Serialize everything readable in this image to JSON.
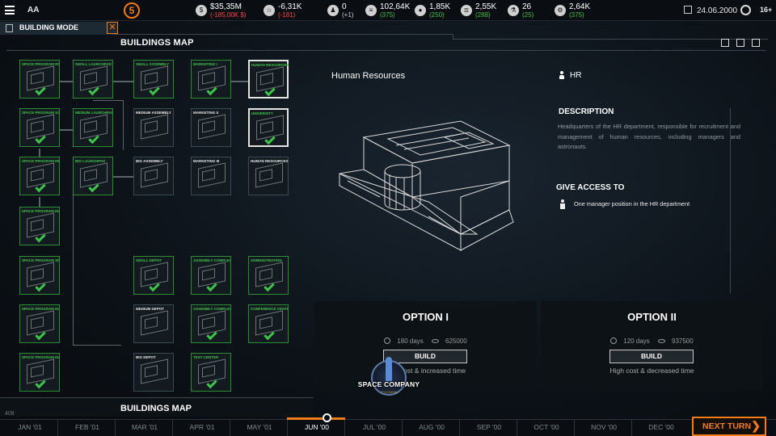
{
  "topbar": {
    "company_initials": "AA",
    "turn_badge": "5",
    "money": {
      "value": "$35,35M",
      "delta": "(-185,00K $)"
    },
    "reputation": {
      "value": "-6,31K",
      "delta": "(-181)"
    },
    "staff": {
      "value": "0",
      "delta": "(+1)"
    },
    "messages": {
      "value": "102,64K",
      "delta": "(375)"
    },
    "people": {
      "value": "1,85K",
      "delta": "(250)"
    },
    "resources": {
      "value": "2,55K",
      "delta": "(288)"
    },
    "science": {
      "value": "26",
      "delta": "(25)"
    },
    "gears": {
      "value": "2,64K",
      "delta": "(375)"
    },
    "date": "24.06.2000",
    "speed": "16+"
  },
  "mode_bar": {
    "label": "BUILDING MODE",
    "close": "✕"
  },
  "panel": {
    "title": "BUILDINGS MAP",
    "bottom_title": "BUILDINGS MAP",
    "zoom": "408"
  },
  "tiles": [
    {
      "name": "Space Program Rockets",
      "state": "done"
    },
    {
      "name": "Small Launchpad",
      "state": "done"
    },
    {
      "name": "Small Assembly",
      "state": "done"
    },
    {
      "name": "Marketing I",
      "state": "done"
    },
    {
      "name": "Human Resources",
      "state": "selected"
    },
    {
      "name": "Space Program Satellite",
      "state": "done"
    },
    {
      "name": "Medium Launchpad",
      "state": "done"
    },
    {
      "name": "Medium Assembly",
      "state": "locked"
    },
    {
      "name": "Marketing II",
      "state": "locked"
    },
    {
      "name": "University",
      "state": "selected"
    },
    {
      "name": "Space Program Moon",
      "state": "done"
    },
    {
      "name": "Big Launchpad",
      "state": "done"
    },
    {
      "name": "Big Assembly",
      "state": "locked"
    },
    {
      "name": "Marketing III",
      "state": "locked"
    },
    {
      "name": "Human Resources II",
      "state": "locked"
    },
    {
      "name": "Space Program Mars",
      "state": "done"
    },
    {
      "name": "Space Program Space Station",
      "state": "done"
    },
    {
      "name": "Small Depot",
      "state": "done"
    },
    {
      "name": "Assembly Complex",
      "state": "done"
    },
    {
      "name": "Administration",
      "state": "done"
    },
    {
      "name": "Space Program Mars",
      "state": "done"
    },
    {
      "name": "Medium Depot",
      "state": "locked"
    },
    {
      "name": "Assembly Complex",
      "state": "done"
    },
    {
      "name": "Conference Center",
      "state": "done"
    },
    {
      "name": "Space Program Mars",
      "state": "done"
    },
    {
      "name": "Big Depot",
      "state": "locked"
    },
    {
      "name": "Test Center",
      "state": "done"
    }
  ],
  "detail": {
    "title": "Human Resources",
    "category": "HR",
    "description_heading": "DESCRIPTION",
    "description": "Headquarters of the HR department, responsible for recruitment and management of human resources, including managers and astronauts.",
    "access_heading": "GIVE ACCESS TO",
    "access_item": "One manager position in the HR department"
  },
  "options": [
    {
      "title": "OPTION I",
      "days": "180 days",
      "cost": "625000",
      "button": "BUILD",
      "note": "Low cost & increased time"
    },
    {
      "title": "OPTION II",
      "days": "120 days",
      "cost": "937500",
      "button": "BUILD",
      "note": "High cost & decreased time"
    }
  ],
  "logo": {
    "text": "SPACE COMPANY",
    "subtext": "TYCOON"
  },
  "timeline": {
    "months": [
      "JAN '01",
      "FEB '01",
      "MAR '01",
      "APR '01",
      "MAY '01",
      "JUN '00",
      "JUL '00",
      "AUG '00",
      "SEP '00",
      "OCT '00",
      "NOV '00",
      "DEC '00"
    ],
    "current_index": 5,
    "next_turn": "NEXT TURN"
  },
  "colors": {
    "accent": "#f07c1c",
    "done": "#3ec24a",
    "negative": "#ff4a4a",
    "background": "#0b0f14"
  }
}
